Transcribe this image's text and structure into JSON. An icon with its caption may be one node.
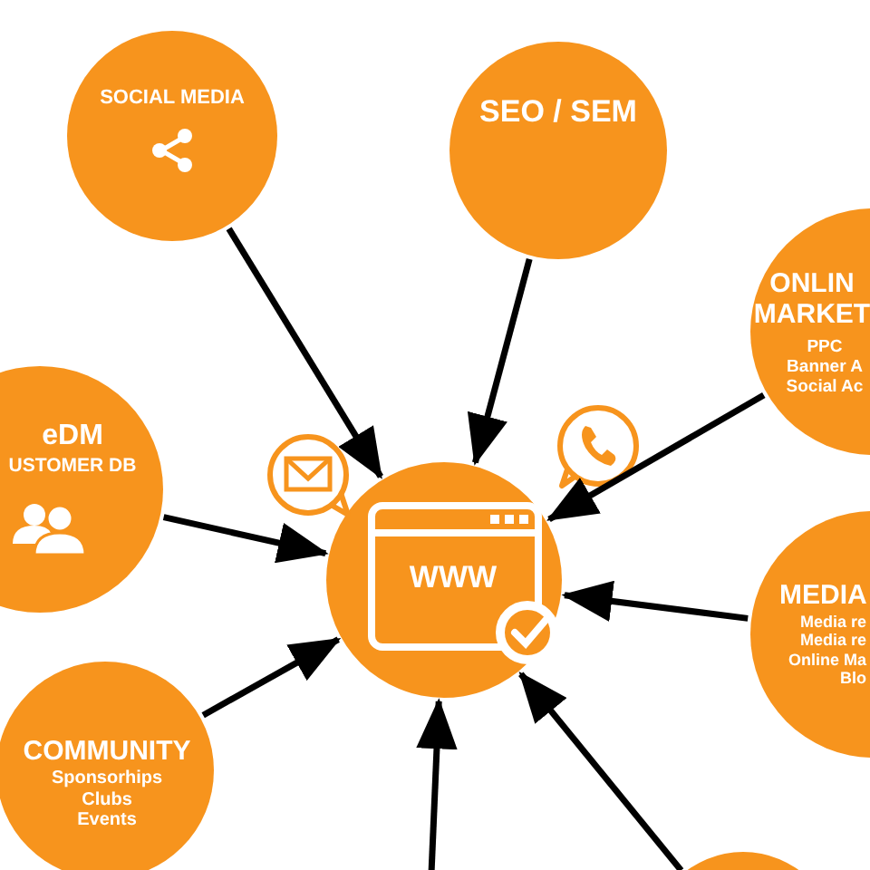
{
  "diagram": {
    "nodes": [
      {
        "text": [
          "SOCIAL MEDIA"
        ]
      },
      {
        "text": [
          "SEO / SEM"
        ]
      },
      {
        "text": [
          "ONLIN MARKET",
          "PPC Banner A Social Ac"
        ]
      },
      {
        "text": [
          "eDM",
          "USTOMER DB"
        ]
      },
      {
        "text": [
          "WWW"
        ]
      },
      {
        "text": [
          "MEDIA",
          "Media re Media re Online Ma Blo"
        ]
      },
      {
        "text": [
          "COMMUNITY",
          "Sponsorhips Clubs Events"
        ]
      },
      {
        "text": [],
        "shape": "circle"
      }
    ],
    "edges": [
      {
        "from": 0,
        "to": 4,
        "arrow": "to"
      },
      {
        "from": 1,
        "to": 4,
        "arrow": "to"
      },
      {
        "from": 2,
        "to": 4,
        "arrow": "to"
      },
      {
        "from": 3,
        "to": 4,
        "arrow": "to"
      },
      {
        "from": 5,
        "to": 4,
        "arrow": "to"
      },
      {
        "from": 6,
        "to": 4,
        "arrow": "to"
      },
      {
        "from": 7,
        "to": 4,
        "arrow": "to"
      },
      {
        "from": null,
        "to": 4,
        "arrow": "to"
      }
    ]
  }
}
